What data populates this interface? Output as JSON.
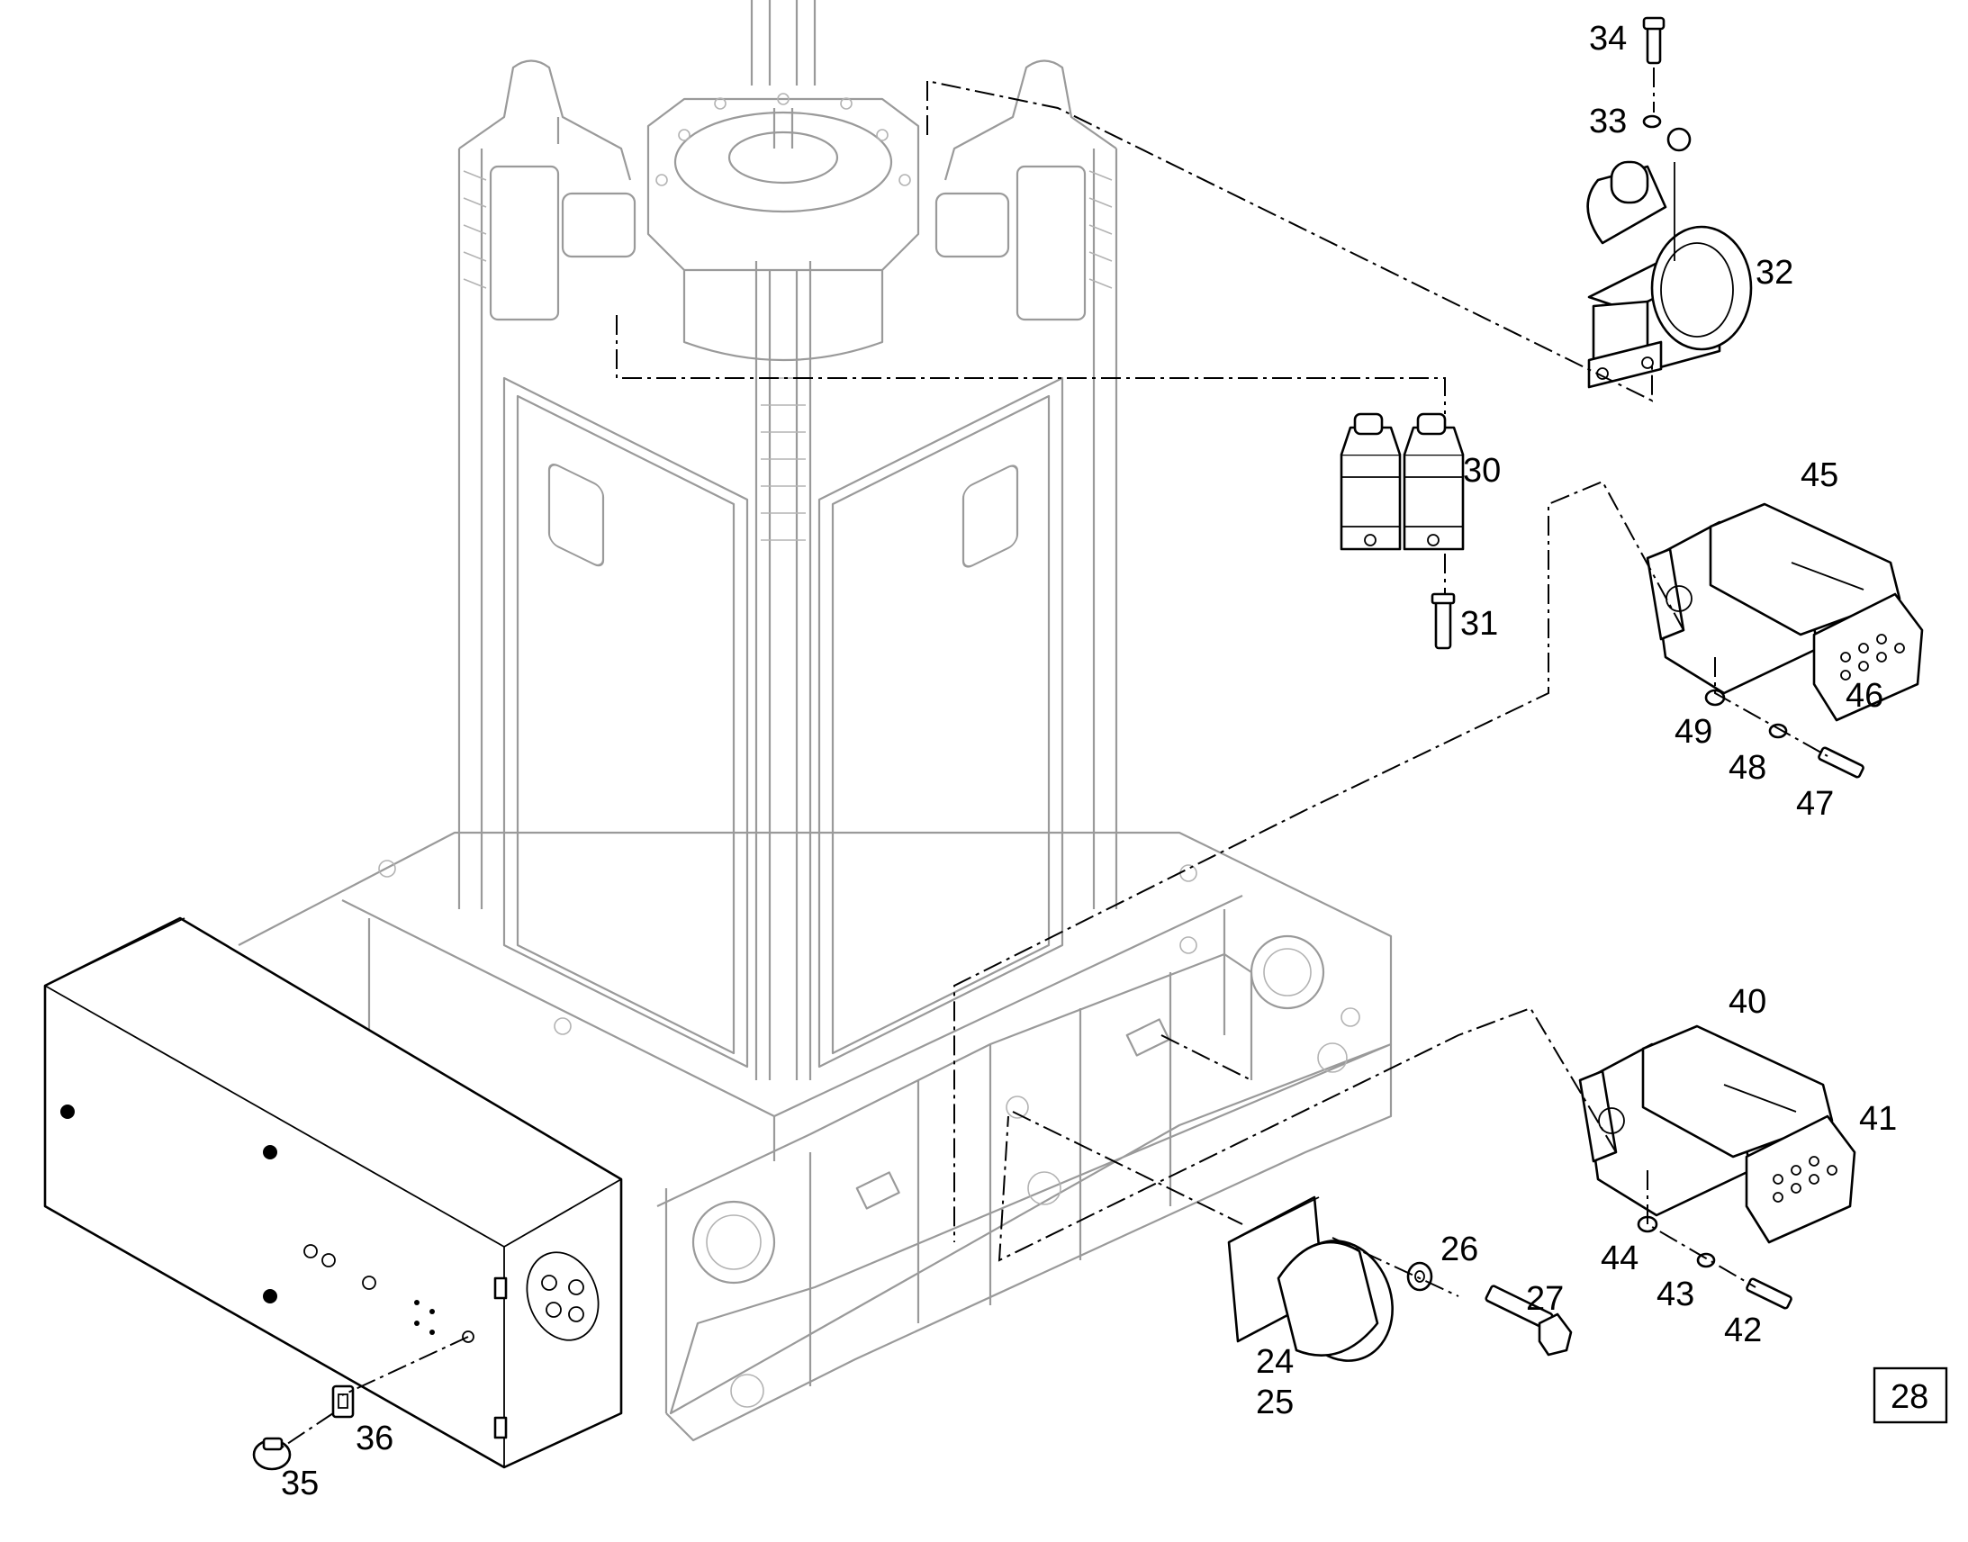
{
  "diagram": {
    "type": "exploded-parts-diagram",
    "sheet_reference": "28",
    "callouts": [
      "24",
      "25",
      "26",
      "27",
      "30",
      "31",
      "32",
      "33",
      "34",
      "35",
      "36",
      "40",
      "41",
      "42",
      "43",
      "44",
      "45",
      "46",
      "47",
      "48",
      "49"
    ]
  }
}
